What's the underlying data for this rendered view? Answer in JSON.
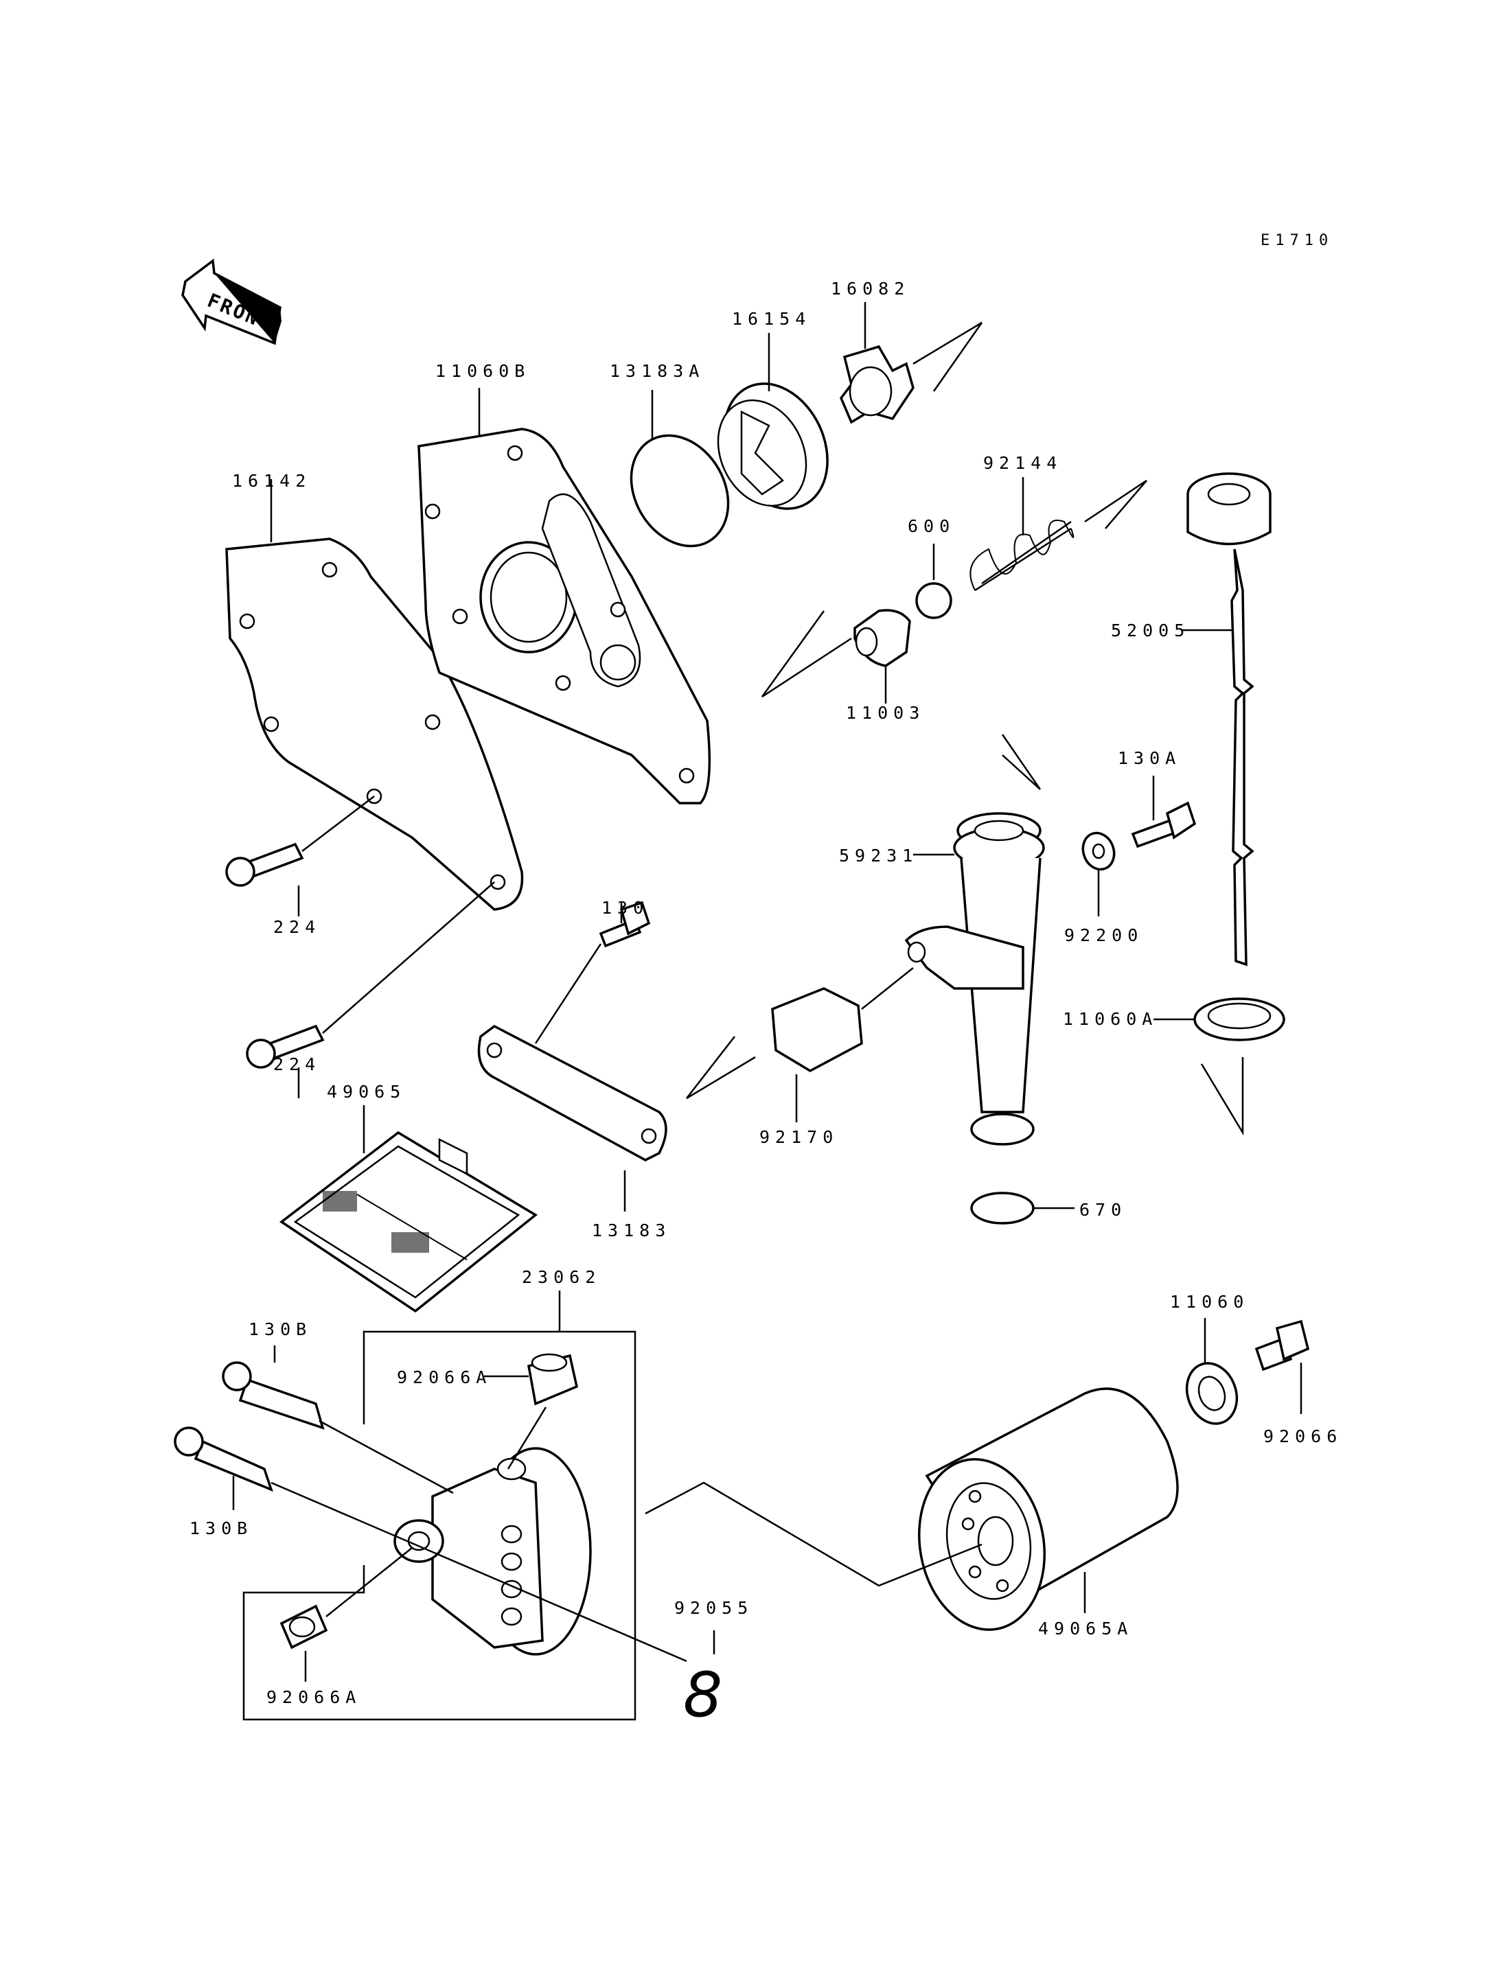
{
  "diagram_code": "E1710",
  "front_arrow_text": "FRONT",
  "filter_mark": "8",
  "labels": {
    "p16082": "16082",
    "p16154": "16154",
    "p13183A": "13183A",
    "p11060B": "11060B",
    "p16142": "16142",
    "p92144": "92144",
    "p600": "600",
    "p11003": "11003",
    "p52005": "52005",
    "p130A": "130A",
    "p59231": "59231",
    "p92200": "92200",
    "p224a": "224",
    "p224b": "224",
    "p130": "130",
    "p11060A": "11060A",
    "p49065": "49065",
    "p92170": "92170",
    "p13183": "13183",
    "p670": "670",
    "p23062": "23062",
    "p130Ba": "130B",
    "p92066A_a": "92066A",
    "p11060": "11060",
    "p92066": "92066",
    "p130Bb": "130B",
    "p92055": "92055",
    "p49065A": "49065A",
    "p92066A_b": "92066A"
  }
}
